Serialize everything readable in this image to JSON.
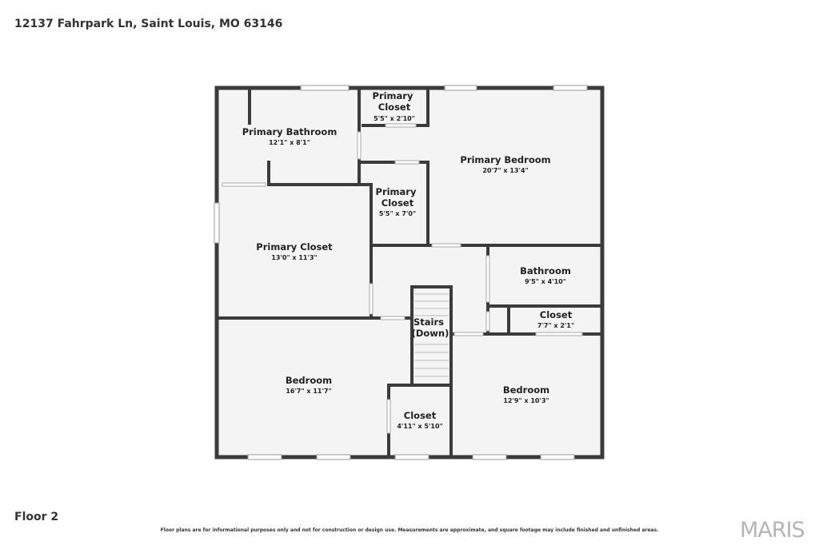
{
  "address": "12137 Fahrpark Ln, Saint Louis, MO 63146",
  "floor_label": "Floor 2",
  "disclaimer": "Floor plans are for informational purposes only and not for construction or design use. Measurements are approximate, and square footage may include finished and unfinished areas.",
  "brand": "MARIS",
  "colors": {
    "wall": "#3b3b3b",
    "floor": "#f4f4f4",
    "window": "#cfcfcf"
  },
  "rooms": [
    {
      "key": "primary_bathroom",
      "name": "Primary Bathroom",
      "dims": "12'1\" x 8'1\""
    },
    {
      "key": "primary_closet_top",
      "name": "Primary Closet",
      "dims": "5'5\" x 2'10\""
    },
    {
      "key": "primary_bedroom",
      "name": "Primary Bedroom",
      "dims": "20'7\" x 13'4\""
    },
    {
      "key": "primary_closet_mid",
      "name": "Primary Closet",
      "dims": "5'5\" x 7'0\""
    },
    {
      "key": "primary_closet_large",
      "name": "Primary Closet",
      "dims": "13'0\" x 11'3\""
    },
    {
      "key": "bathroom",
      "name": "Bathroom",
      "dims": "9'5\" x 4'10\""
    },
    {
      "key": "closet_hall",
      "name": "Closet",
      "dims": "7'7\" x 2'1\""
    },
    {
      "key": "stairs",
      "name": "Stairs (Down)",
      "dims": ""
    },
    {
      "key": "bedroom_left",
      "name": "Bedroom",
      "dims": "16'7\" x 11'7\""
    },
    {
      "key": "closet_small",
      "name": "Closet",
      "dims": "4'11\" x 5'10\""
    },
    {
      "key": "bedroom_right",
      "name": "Bedroom",
      "dims": "12'9\" x 10'3\""
    }
  ]
}
